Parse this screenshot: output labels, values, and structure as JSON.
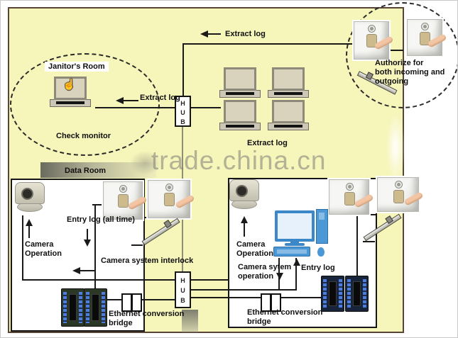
{
  "watermark": "trade.china.cn",
  "janitor_room": {
    "label": "Janitor's Room",
    "caption": "Check monitor"
  },
  "arrows": {
    "extract_log_top": "Extract log",
    "extract_log_janitor": "Extract log",
    "extract_log_clients": "Extract log"
  },
  "entrance_zone": {
    "note": "Authorize for\nboth incoming and\noutgoing"
  },
  "hub_top": "H\nU\nB",
  "hub_bottom": "H\nU\nB",
  "data_room": {
    "label": "Data Room",
    "camera_operation": "Camera\nOperation",
    "entry_log": "Entry log (all time)",
    "interlock": "Camera system interlock",
    "bridge": "Ethernet conversion\nbridge"
  },
  "server_room": {
    "camera_operation": "Camera\nOperation",
    "camera_system_operation": "Camera sytem\noperation",
    "entry_log": "Entry log",
    "bridge": "Ethernet conversion\nbridge"
  },
  "colors": {
    "background": "#f6f5ba",
    "line": "#1a1a1a",
    "hub_trunk": "#8e8e74",
    "computer_blue": "#4b98d6",
    "watermark_grey": "#7a7a74"
  }
}
